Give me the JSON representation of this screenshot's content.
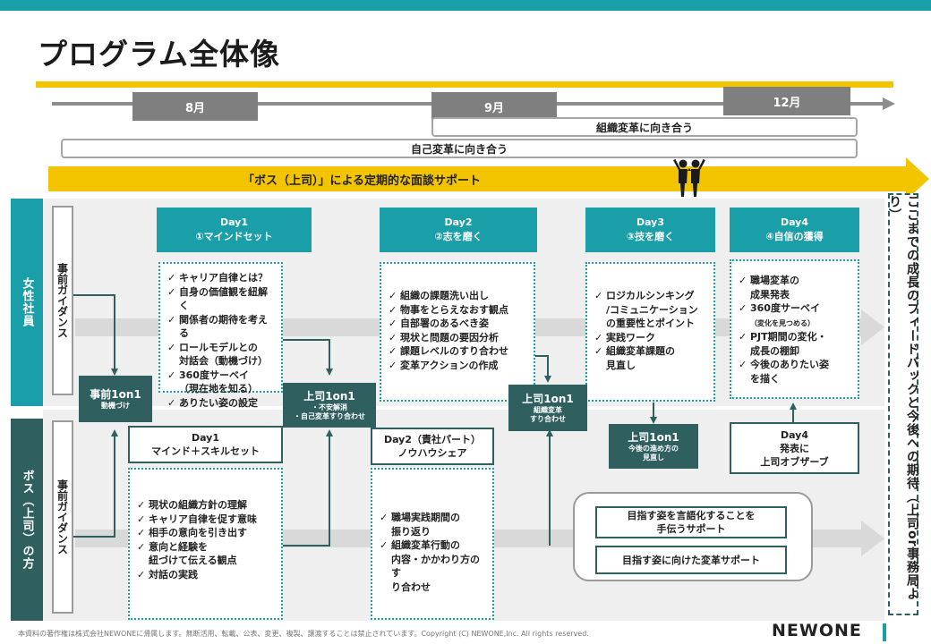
{
  "title": "プログラム全体像",
  "timeline": {
    "months": [
      "8月",
      "9月",
      "12月"
    ]
  },
  "phases": {
    "organization": "組織変革に向き合う",
    "self": "自己変革に向き合う"
  },
  "support_banner": "「ボス（上司）」による定期的な面談サポート",
  "lanes": {
    "women": "女性社員",
    "boss": "ボス（上司）の方"
  },
  "guidance": "事前ガイダンス",
  "days": [
    {
      "title": "Day1",
      "subtitle": "①マインドセット"
    },
    {
      "title": "Day2",
      "subtitle": "②志を磨く"
    },
    {
      "title": "Day3",
      "subtitle": "③技を磨く"
    },
    {
      "title": "Day4",
      "subtitle": "④自信の獲得"
    }
  ],
  "women_items": {
    "day1": [
      "キャリア自律とは？",
      "自身の価値観を紐解く",
      "関係者の期待を考える",
      "ロールモデルとの\n対話会（動機づけ）",
      "360度サーベイ\n（現在地を知る）",
      "ありたい姿の設定"
    ],
    "day2": [
      "組織の課題洗い出し",
      "物事をとらえなおす観点",
      "自部署のあるべき姿",
      "現状と問題の要因分析",
      "課題レベルのすり合わせ",
      "変革アクションの作成"
    ],
    "day3": [
      "ロジカルシンキング\n/コミュニケーション\nの重要性とポイント",
      "実践ワーク",
      "組織変革課題の\n見直し"
    ],
    "day4": {
      "item1": "職場変革の\n成果発表",
      "item2": "360度サーベイ",
      "item2_note": "（変化を見つめる）",
      "item3": "PJT期間の変化・\n成長の棚卸",
      "item4": "今後のありたい姿\nを描く"
    }
  },
  "one_on_ones": [
    {
      "main": "事前1on1",
      "sub": "動機づけ"
    },
    {
      "main": "上司1on1",
      "sub": "・不安解消\n・自己変革すり合わせ"
    },
    {
      "main": "上司1on1",
      "sub": "組織変革\nすり合わせ"
    },
    {
      "main": "上司1on1",
      "sub": "今後の進め方の\n見直し"
    }
  ],
  "boss_sessions": {
    "day1_title": "Day1",
    "day1_sub": "マインド＋スキルセット",
    "day2_title": "Day2（責社パート）",
    "day2_sub": "ノウハウシェア",
    "day4_line1": "Day4",
    "day4_line2": "発表に",
    "day4_line3": "上司オブザーブ"
  },
  "boss_items": {
    "day1": [
      "現状の組織方針の理解",
      "キャリア自律を促す意味",
      "相手の意向を引き出す",
      "意向と経験を\n紐づけて伝える観点",
      "対話の実践"
    ],
    "day2": [
      "職場実践期間の\n振り返り",
      "組織変革行動の\n内容・かかわり方のす\nり合わせ"
    ]
  },
  "support": {
    "box1": "目指す姿を言語化することを\n手伝うサポート",
    "box2": "目指す姿に向けた変革サポート"
  },
  "right_panel": "ここまでの成長のフィードバックと今後への期待（上司or事務局より）",
  "footer": "本資料の著作権は株式会社NEWONEに帰属します。無断活用、転載、公表、変更、複製、譲渡することは禁止されています。Copyright (C) NEWONE,Inc.  All rights reserved.",
  "logo": "NEWONE",
  "icons": {
    "people": "people-cheering-icon"
  },
  "colors": {
    "teal": "#1a9ea8",
    "dark_teal": "#2f5f5f",
    "yellow": "#f3c400",
    "grey": "#7f7f7f"
  }
}
